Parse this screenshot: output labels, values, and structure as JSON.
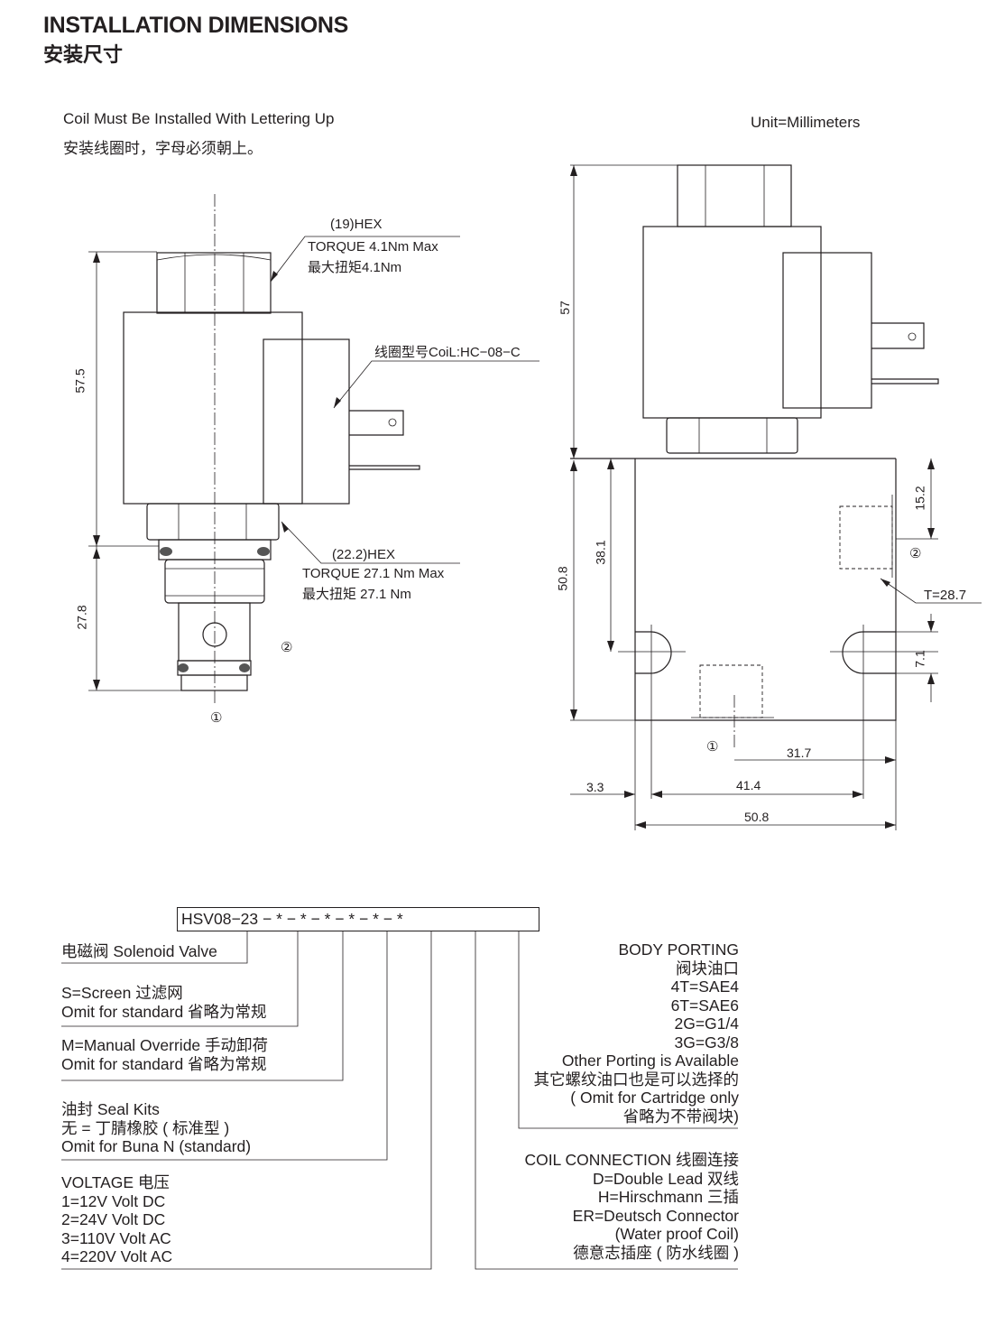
{
  "header": {
    "title_en": "INSTALLATION DIMENSIONS",
    "title_zh": "安装尺寸"
  },
  "notes": {
    "coil_en": "Coil Must Be Installed With Lettering Up",
    "coil_zh": "安装线圈时，字母必须朝上。",
    "unit": "Unit=Millimeters"
  },
  "left_view": {
    "hex_top": "(19)HEX",
    "torque_top_en": "TORQUE 4.1Nm Max",
    "torque_top_zh": "最大扭矩4.1Nm",
    "coil_model": "线圈型号CoiL:HC−08−C",
    "hex_bottom": "(22.2)HEX",
    "torque_bottom_en": "TORQUE 27.1 Nm Max",
    "torque_bottom_zh": "最大扭矩 27.1 Nm",
    "dim_575": "57.5",
    "dim_278": "27.8",
    "port1": "①",
    "port2": "②"
  },
  "right_view": {
    "dim_57": "57",
    "dim_508_v": "50.8",
    "dim_381": "38.1",
    "dim_152": "15.2",
    "dim_71": "7.1",
    "thread": "T=28.7",
    "dim_317": "31.7",
    "dim_33": "3.3",
    "dim_414": "41.4",
    "dim_508_h": "50.8",
    "port1": "①",
    "port2": "②"
  },
  "ordering": {
    "code": "HSV08−23 − * − * − * − * − * − *",
    "solenoid_valve": "电磁阀 Solenoid Valve",
    "screen": [
      "S=Screen 过滤网",
      "Omit for standard 省略为常规"
    ],
    "manual": [
      "M=Manual Override 手动卸荷",
      "Omit for standard 省略为常规"
    ],
    "seal": [
      "油封 Seal Kits",
      "无 = 丁腈橡胶 ( 标准型 )",
      "Omit for Buna N (standard)"
    ],
    "voltage": [
      "VOLTAGE 电压",
      "1=12V Volt DC",
      "2=24V Volt DC",
      "3=110V Volt AC",
      "4=220V Volt AC"
    ],
    "body_porting": [
      "BODY PORTING",
      "阀块油口",
      "4T=SAE4",
      "6T=SAE6",
      "2G=G1/4",
      "3G=G3/8",
      "Other Porting is Available",
      "其它螺纹油口也是可以选择的",
      "(  Omit for Cartridge only",
      "省略为不带阀块)"
    ],
    "coil_connection": [
      "COIL CONNECTION 线圈连接",
      "D=Double Lead 双线",
      "H=Hirschmann 三插",
      "ER=Deutsch Connector",
      "(Water proof Coil)",
      "德意志插座 ( 防水线圈 )"
    ]
  }
}
